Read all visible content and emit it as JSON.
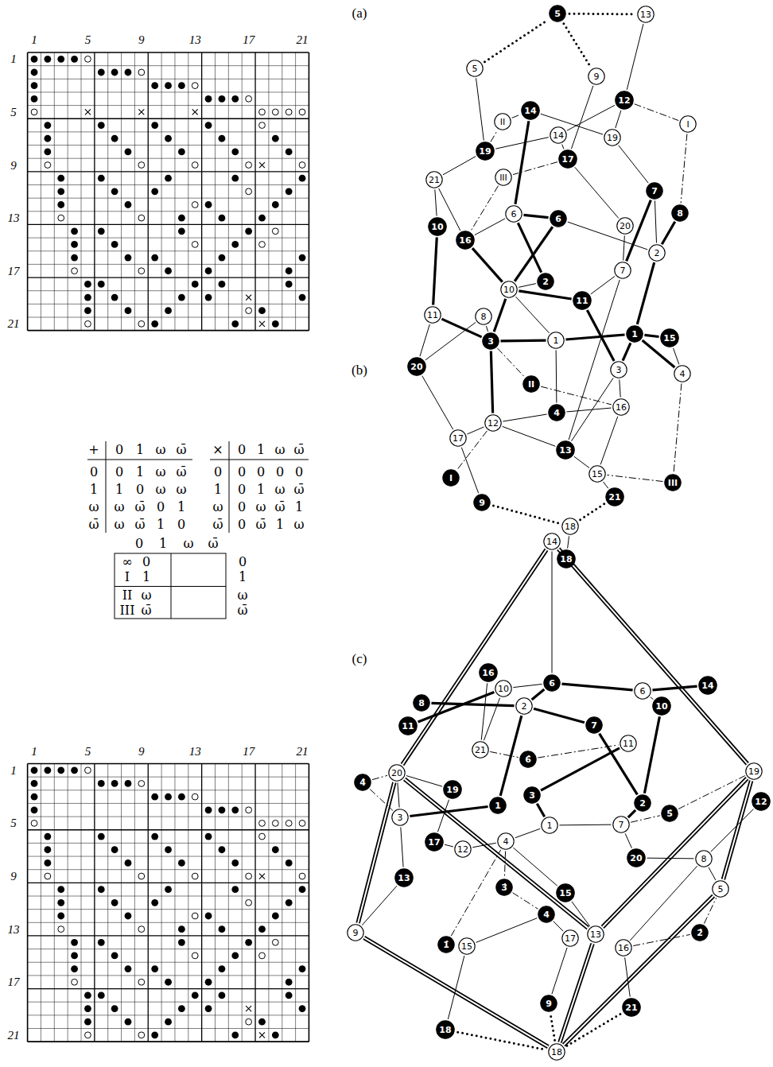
{
  "diagram": {
    "nodes": [
      {
        "text": [
          "5"
        ]
      },
      {
        "text": [
          "5"
        ]
      },
      {
        "text": [
          "13"
        ]
      },
      {
        "text": [
          "9"
        ]
      },
      {
        "text": [
          "II"
        ]
      },
      {
        "text": [
          "14"
        ]
      },
      {
        "text": [
          "12"
        ]
      },
      {
        "text": [
          "I"
        ]
      },
      {
        "text": [
          "19"
        ]
      },
      {
        "text": [
          "14"
        ]
      },
      {
        "text": [
          "19"
        ]
      },
      {
        "text": [
          "17"
        ]
      },
      {
        "text": [
          "21"
        ]
      },
      {
        "text": [
          "III"
        ]
      },
      {
        "text": [
          "7"
        ]
      },
      {
        "text": [
          "8"
        ]
      },
      {
        "text": [
          "6"
        ]
      },
      {
        "text": [
          "6"
        ]
      },
      {
        "text": [
          "20"
        ]
      },
      {
        "text": [
          "10"
        ]
      },
      {
        "text": [
          "16"
        ]
      },
      {
        "text": [
          "2"
        ]
      },
      {
        "text": [
          "7"
        ]
      },
      {
        "text": [
          "2"
        ]
      },
      {
        "text": [
          "10"
        ]
      },
      {
        "text": [
          "11"
        ]
      },
      {
        "text": [
          "11"
        ]
      },
      {
        "text": [
          "8"
        ]
      },
      {
        "text": [
          "3"
        ]
      },
      {
        "text": [
          "1"
        ]
      },
      {
        "text": [
          "1"
        ]
      },
      {
        "text": [
          "15"
        ]
      },
      {
        "text": [
          "20"
        ]
      },
      {
        "text": [
          "3"
        ]
      },
      {
        "text": [
          "4"
        ]
      },
      {
        "text": [
          "II"
        ]
      },
      {
        "text": [
          "16"
        ]
      },
      {
        "text": [
          "4"
        ]
      },
      {
        "text": [
          "12"
        ]
      },
      {
        "text": [
          "17"
        ]
      },
      {
        "text": [
          "13"
        ]
      },
      {
        "text": [
          "15"
        ]
      },
      {
        "text": [
          "I"
        ]
      },
      {
        "text": [
          "III"
        ]
      },
      {
        "text": [
          "21"
        ]
      },
      {
        "text": [
          "9"
        ]
      },
      {
        "text": [
          "18"
        ]
      },
      {
        "text": [
          "18"
        ]
      },
      {
        "text": [
          "14"
        ]
      },
      {
        "text": [
          "16"
        ]
      },
      {
        "text": [
          "6"
        ]
      },
      {
        "text": [
          "10"
        ]
      },
      {
        "text": [
          "14"
        ]
      },
      {
        "text": [
          "6"
        ]
      },
      {
        "text": [
          "8"
        ]
      },
      {
        "text": [
          "2"
        ]
      },
      {
        "text": [
          "10"
        ]
      },
      {
        "text": [
          "11"
        ]
      },
      {
        "text": [
          "7"
        ]
      },
      {
        "text": [
          "21"
        ]
      },
      {
        "text": [
          "11"
        ]
      },
      {
        "text": [
          "6̂"
        ]
      },
      {
        "text": [
          "20"
        ]
      },
      {
        "text": [
          "4̂"
        ]
      },
      {
        "text": [
          "19"
        ]
      },
      {
        "text": [
          "19"
        ]
      },
      {
        "text": [
          "3"
        ]
      },
      {
        "text": [
          "12"
        ]
      },
      {
        "text": [
          "1"
        ]
      },
      {
        "text": [
          "2"
        ]
      },
      {
        "text": [
          "5̂"
        ]
      },
      {
        "text": [
          "3"
        ]
      },
      {
        "text": [
          "1"
        ]
      },
      {
        "text": [
          "7"
        ]
      },
      {
        "text": [
          "17"
        ]
      },
      {
        "text": [
          "12"
        ]
      },
      {
        "text": [
          "4"
        ]
      },
      {
        "text": [
          "20"
        ]
      },
      {
        "text": [
          "8"
        ]
      },
      {
        "text": [
          "13"
        ]
      },
      {
        "text": [
          "3̂"
        ]
      },
      {
        "text": [
          "5"
        ]
      },
      {
        "text": [
          "15"
        ]
      },
      {
        "text": [
          "4"
        ]
      },
      {
        "text": [
          "9"
        ]
      },
      {
        "text": [
          "13"
        ]
      },
      {
        "text": [
          "2̂"
        ]
      },
      {
        "text": [
          "17"
        ]
      },
      {
        "text": [
          "1̂"
        ]
      },
      {
        "text": [
          "15"
        ]
      },
      {
        "text": [
          "16"
        ]
      },
      {
        "text": [
          "9"
        ]
      },
      {
        "text": [
          "21"
        ]
      },
      {
        "text": [
          "18"
        ]
      },
      {
        "text": [
          "18"
        ]
      }
    ],
    "edges": [
      {
        "from": 0,
        "to": 1,
        "arrow": "none"
      },
      {
        "from": 1,
        "to": 3,
        "arrow": "none"
      },
      {
        "from": 1,
        "to": 2,
        "arrow": "none"
      },
      {
        "from": 2,
        "to": 6,
        "arrow": "none"
      },
      {
        "from": 3,
        "to": 11,
        "arrow": "none"
      },
      {
        "from": 0,
        "to": 8,
        "arrow": "none"
      },
      {
        "from": 8,
        "to": 4,
        "arrow": "none"
      },
      {
        "from": 4,
        "to": 5,
        "arrow": "none"
      },
      {
        "from": 8,
        "to": 9,
        "arrow": "none"
      },
      {
        "from": 8,
        "to": 12,
        "arrow": "none"
      },
      {
        "from": 5,
        "to": 10,
        "arrow": "none"
      },
      {
        "from": 6,
        "to": 9,
        "arrow": "none"
      },
      {
        "from": 6,
        "to": 10,
        "arrow": "none"
      },
      {
        "from": 6,
        "to": 7,
        "arrow": "none"
      },
      {
        "from": 7,
        "to": 15,
        "arrow": "none"
      },
      {
        "from": 9,
        "to": 11,
        "arrow": "none"
      },
      {
        "from": 11,
        "to": 13,
        "arrow": "none"
      },
      {
        "from": 13,
        "to": 20,
        "arrow": "none"
      },
      {
        "from": 11,
        "to": 18,
        "arrow": "none"
      },
      {
        "from": 10,
        "to": 14,
        "arrow": "none"
      },
      {
        "from": 5,
        "to": 16,
        "arrow": "none"
      },
      {
        "from": 12,
        "to": 20,
        "arrow": "none"
      },
      {
        "from": 12,
        "to": 19,
        "arrow": "none"
      },
      {
        "from": 20,
        "to": 16,
        "arrow": "none"
      },
      {
        "from": 16,
        "to": 17,
        "arrow": "none"
      },
      {
        "from": 16,
        "to": 23,
        "arrow": "none"
      },
      {
        "from": 17,
        "to": 24,
        "arrow": "none"
      },
      {
        "from": 17,
        "to": 21,
        "arrow": "none"
      },
      {
        "from": 14,
        "to": 22,
        "arrow": "none"
      },
      {
        "from": 14,
        "to": 21,
        "arrow": "none"
      },
      {
        "from": 15,
        "to": 21,
        "arrow": "none"
      },
      {
        "from": 21,
        "to": 30,
        "arrow": "none"
      },
      {
        "from": 18,
        "to": 22,
        "arrow": "none"
      },
      {
        "from": 22,
        "to": 40,
        "arrow": "none"
      },
      {
        "from": 22,
        "to": 25,
        "arrow": "none"
      },
      {
        "from": 19,
        "to": 26,
        "arrow": "none"
      },
      {
        "from": 20,
        "to": 24,
        "arrow": "none"
      },
      {
        "from": 24,
        "to": 23,
        "arrow": "none"
      },
      {
        "from": 24,
        "to": 25,
        "arrow": "none"
      },
      {
        "from": 24,
        "to": 28,
        "arrow": "none"
      },
      {
        "from": 24,
        "to": 29,
        "arrow": "none"
      },
      {
        "from": 25,
        "to": 33,
        "arrow": "none"
      },
      {
        "from": 28,
        "to": 26,
        "arrow": "none"
      },
      {
        "from": 28,
        "to": 29,
        "arrow": "none"
      },
      {
        "from": 28,
        "to": 27,
        "arrow": "none"
      },
      {
        "from": 28,
        "to": 38,
        "arrow": "none"
      },
      {
        "from": 28,
        "to": 35,
        "arrow": "none"
      },
      {
        "from": 29,
        "to": 30,
        "arrow": "none"
      },
      {
        "from": 29,
        "to": 37,
        "arrow": "none"
      },
      {
        "from": 30,
        "to": 31,
        "arrow": "none"
      },
      {
        "from": 31,
        "to": 34,
        "arrow": "none"
      },
      {
        "from": 30,
        "to": 34,
        "arrow": "none"
      },
      {
        "from": 30,
        "to": 33,
        "arrow": "none"
      },
      {
        "from": 26,
        "to": 32,
        "arrow": "none"
      },
      {
        "from": 27,
        "to": 32,
        "arrow": "none"
      },
      {
        "from": 32,
        "to": 39,
        "arrow": "none"
      },
      {
        "from": 35,
        "to": 36,
        "arrow": "none"
      },
      {
        "from": 33,
        "to": 36,
        "arrow": "none"
      },
      {
        "from": 36,
        "to": 41,
        "arrow": "none"
      },
      {
        "from": 34,
        "to": 43,
        "arrow": "none"
      },
      {
        "from": 43,
        "to": 41,
        "arrow": "none"
      },
      {
        "from": 37,
        "to": 36,
        "arrow": "none"
      },
      {
        "from": 37,
        "to": 38,
        "arrow": "none"
      },
      {
        "from": 38,
        "to": 39,
        "arrow": "none"
      },
      {
        "from": 38,
        "to": 40,
        "arrow": "none"
      },
      {
        "from": 38,
        "to": 42,
        "arrow": "none"
      },
      {
        "from": 39,
        "to": 45,
        "arrow": "none"
      },
      {
        "from": 40,
        "to": 41,
        "arrow": "none"
      },
      {
        "from": 41,
        "to": 44,
        "arrow": "none"
      },
      {
        "from": 45,
        "to": 46,
        "arrow": "none"
      },
      {
        "from": 44,
        "to": 46,
        "arrow": "none"
      },
      {
        "from": 46,
        "to": 47,
        "arrow": "none"
      },
      {
        "from": 33,
        "to": 40,
        "arrow": "none"
      },
      {
        "from": 48,
        "to": 62,
        "arrow": "none"
      },
      {
        "from": 48,
        "to": 64,
        "arrow": "none"
      },
      {
        "from": 62,
        "to": 84,
        "arrow": "none"
      },
      {
        "from": 62,
        "to": 85,
        "arrow": "none"
      },
      {
        "from": 64,
        "to": 81,
        "arrow": "none"
      },
      {
        "from": 64,
        "to": 85,
        "arrow": "none"
      },
      {
        "from": 84,
        "to": 94,
        "arrow": "none"
      },
      {
        "from": 85,
        "to": 94,
        "arrow": "none"
      },
      {
        "from": 81,
        "to": 94,
        "arrow": "none"
      },
      {
        "from": 48,
        "to": 50,
        "arrow": "none"
      },
      {
        "from": 50,
        "to": 55,
        "arrow": "none"
      },
      {
        "from": 50,
        "to": 53,
        "arrow": "none"
      },
      {
        "from": 53,
        "to": 52,
        "arrow": "none"
      },
      {
        "from": 53,
        "to": 56,
        "arrow": "none"
      },
      {
        "from": 50,
        "to": 51,
        "arrow": "none"
      },
      {
        "from": 54,
        "to": 55,
        "arrow": "none"
      },
      {
        "from": 55,
        "to": 58,
        "arrow": "none"
      },
      {
        "from": 57,
        "to": 51,
        "arrow": "none"
      },
      {
        "from": 59,
        "to": 51,
        "arrow": "none"
      },
      {
        "from": 58,
        "to": 69,
        "arrow": "none"
      },
      {
        "from": 55,
        "to": 68,
        "arrow": "none"
      },
      {
        "from": 71,
        "to": 68,
        "arrow": "none"
      },
      {
        "from": 66,
        "to": 72,
        "arrow": "none"
      },
      {
        "from": 66,
        "to": 60,
        "arrow": "none"
      },
      {
        "from": 73,
        "to": 69,
        "arrow": "none"
      },
      {
        "from": 56,
        "to": 69,
        "arrow": "none"
      },
      {
        "from": 72,
        "to": 73,
        "arrow": "none"
      },
      {
        "from": 59,
        "to": 61,
        "arrow": "none"
      },
      {
        "from": 61,
        "to": 60,
        "arrow": "none"
      },
      {
        "from": 63,
        "to": 62,
        "arrow": "none"
      },
      {
        "from": 63,
        "to": 71,
        "arrow": "none"
      },
      {
        "from": 73,
        "to": 70,
        "arrow": "none"
      },
      {
        "from": 70,
        "to": 64,
        "arrow": "none"
      },
      {
        "from": 76,
        "to": 80,
        "arrow": "none"
      },
      {
        "from": 80,
        "to": 83,
        "arrow": "none"
      },
      {
        "from": 88,
        "to": 76,
        "arrow": "none"
      },
      {
        "from": 90,
        "to": 86,
        "arrow": "none"
      },
      {
        "from": 86,
        "to": 81,
        "arrow": "none"
      },
      {
        "from": 62,
        "to": 65,
        "arrow": "none"
      },
      {
        "from": 62,
        "to": 71,
        "arrow": "none"
      },
      {
        "from": 65,
        "to": 74,
        "arrow": "none"
      },
      {
        "from": 71,
        "to": 79,
        "arrow": "none"
      },
      {
        "from": 79,
        "to": 84,
        "arrow": "none"
      },
      {
        "from": 74,
        "to": 75,
        "arrow": "none"
      },
      {
        "from": 75,
        "to": 76,
        "arrow": "none"
      },
      {
        "from": 76,
        "to": 82,
        "arrow": "none"
      },
      {
        "from": 82,
        "to": 85,
        "arrow": "none"
      },
      {
        "from": 89,
        "to": 83,
        "arrow": "none"
      },
      {
        "from": 83,
        "to": 87,
        "arrow": "none"
      },
      {
        "from": 91,
        "to": 87,
        "arrow": "none"
      },
      {
        "from": 93,
        "to": 89,
        "arrow": "none"
      },
      {
        "from": 92,
        "to": 90,
        "arrow": "none"
      },
      {
        "from": 90,
        "to": 78,
        "arrow": "none"
      },
      {
        "from": 78,
        "to": 67,
        "arrow": "none"
      },
      {
        "from": 78,
        "to": 77,
        "arrow": "none"
      },
      {
        "from": 73,
        "to": 77,
        "arrow": "none"
      },
      {
        "from": 72,
        "to": 76,
        "arrow": "none"
      },
      {
        "from": 81,
        "to": 78,
        "arrow": "none"
      },
      {
        "from": 49,
        "to": 59,
        "arrow": "none"
      },
      {
        "from": 93,
        "to": 94,
        "arrow": "none"
      },
      {
        "from": 94,
        "to": 91,
        "arrow": "none"
      },
      {
        "from": 94,
        "to": 92,
        "arrow": "none"
      }
    ],
    "labels": [
      "(a)",
      "(b)",
      "(c)",
      "1",
      "5",
      "9",
      "13",
      "17",
      "21",
      "1",
      "5",
      "9",
      "13",
      "17",
      "21",
      "1",
      "5",
      "9",
      "13",
      "17",
      "21",
      "1",
      "5",
      "9",
      "13",
      "17",
      "21",
      "+",
      "0",
      "1",
      "ω",
      "ω̄",
      "0",
      "0",
      "1",
      "ω",
      "ω̄",
      "1",
      "1",
      "0",
      "ω",
      "ω",
      "ω",
      "ω",
      "ω̄",
      "0",
      "1",
      "ω̄",
      "ω",
      "ω̄",
      "1",
      "0",
      "×",
      "0",
      "1",
      "ω",
      "ω̄",
      "0",
      "0",
      "0",
      "0",
      "0",
      "1",
      "0",
      "1",
      "ω",
      "ω̄",
      "ω",
      "0",
      "ω",
      "ω̄",
      "1",
      "ω̄",
      "0",
      "ω̄",
      "1",
      "ω",
      "0",
      "1",
      "ω",
      "ω̄",
      "∞",
      "0",
      "I",
      "1",
      "II",
      "ω",
      "III",
      "ω̄",
      "0",
      "1",
      "ω",
      "ω̄"
    ]
  }
}
